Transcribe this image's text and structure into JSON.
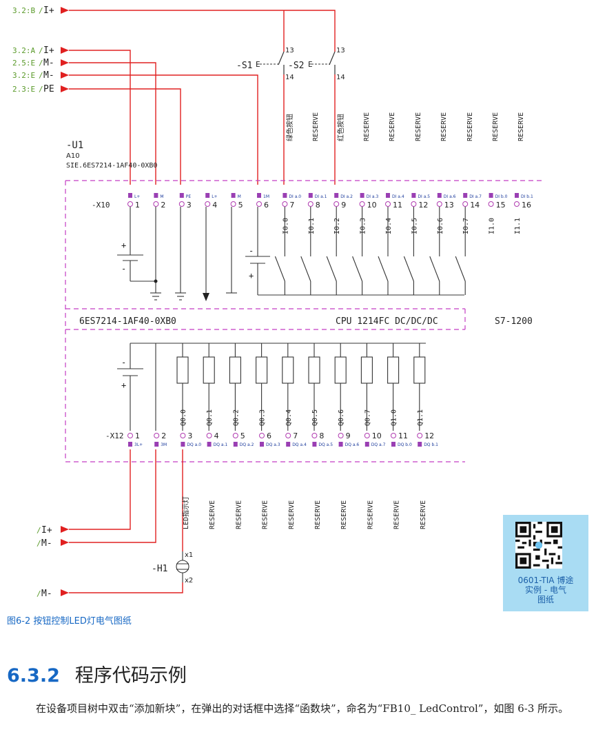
{
  "inputs_top": [
    {
      "ref": "3.2:B",
      "sig": "I+"
    },
    {
      "ref": "3.2:A",
      "sig": "I+"
    },
    {
      "ref": "2.5:E",
      "sig": "M-"
    },
    {
      "ref": "3.2:E",
      "sig": "M-"
    },
    {
      "ref": "2.3:E",
      "sig": "PE"
    }
  ],
  "switches": {
    "s1": {
      "label": "-S1",
      "type": "E",
      "contact_top": "13",
      "contact_bottom": "14",
      "function": "绿色按钮"
    },
    "s2": {
      "label": "-S2",
      "type": "E",
      "contact_top": "13",
      "contact_bottom": "14",
      "function": "红色按钮"
    },
    "reserve_label": "RESERVE"
  },
  "module": {
    "tag": "-U1",
    "location": "A10",
    "part": "SIE.6ES7214-1AF40-0XB0",
    "order_no": "6ES7214-1AF40-0XB0",
    "cpu": "CPU 1214FC DC/DC/DC",
    "family": "S7-1200"
  },
  "x10": {
    "label": "-X10",
    "pins": [
      "1",
      "2",
      "3",
      "4",
      "5",
      "6",
      "7",
      "8",
      "9",
      "10",
      "11",
      "12",
      "13",
      "14",
      "15",
      "16"
    ],
    "terms": [
      "L+",
      "M",
      "PE",
      "L+",
      "M",
      "1M",
      "DI a.0",
      "DI a.1",
      "DI a.2",
      "DI a.3",
      "DI a.4",
      "DI a.5",
      "DI a.6",
      "DI a.7",
      "DI b.0",
      "DI b.1"
    ],
    "addresses": [
      "I0.0",
      "I0.1",
      "I0.2",
      "I0.3",
      "I0.4",
      "I0.5",
      "I0.6",
      "I0.7",
      "I1.0",
      "I1.1"
    ]
  },
  "x12": {
    "label": "-X12",
    "pins": [
      "1",
      "2",
      "3",
      "4",
      "5",
      "6",
      "7",
      "8",
      "9",
      "10",
      "11",
      "12"
    ],
    "terms": [
      "3L+",
      "3M",
      "DQ a.0",
      "DQ a.1",
      "DQ a.2",
      "DQ a.3",
      "DQ a.4",
      "DQ a.5",
      "DQ a.6",
      "DQ a.7",
      "DQ b.0",
      "DQ b.1"
    ],
    "addresses": [
      "Q0.0",
      "Q0.1",
      "Q0.2",
      "Q0.3",
      "Q0.4",
      "Q0.5",
      "Q0.6",
      "Q0.7",
      "Q1.0",
      "Q1.1"
    ],
    "functions": [
      "LED指示灯",
      "RESERVE",
      "RESERVE",
      "RESERVE",
      "RESERVE",
      "RESERVE",
      "RESERVE",
      "RESERVE",
      "RESERVE",
      "RESERVE"
    ]
  },
  "inputs_bottom": [
    {
      "ref": "",
      "sig": "I+"
    },
    {
      "ref": "",
      "sig": "M-"
    },
    {
      "ref": "",
      "sig": "M-"
    }
  ],
  "lamp": {
    "label": "-H1",
    "pin_top": "x1",
    "pin_bottom": "x2"
  },
  "qr": {
    "caption": [
      "0601-TIA 博途",
      "实例 - 电气",
      "图纸"
    ]
  },
  "figure_caption": "图6-2   按钮控制LED灯电气图纸",
  "section": {
    "number": "6.3.2",
    "title": "程序代码示例"
  },
  "paragraph": "在设备项目树中双击“添加新块”，在弹出的对话框中选择“函数块”，命名为“FB10_ LedControl”，如图 6-3 所示。",
  "colors": {
    "wire": "#e02020",
    "border": "#c33cc3",
    "ref": "#5a9a2a",
    "blue": "#1768c4",
    "qr_bg": "#a9dcf3"
  }
}
